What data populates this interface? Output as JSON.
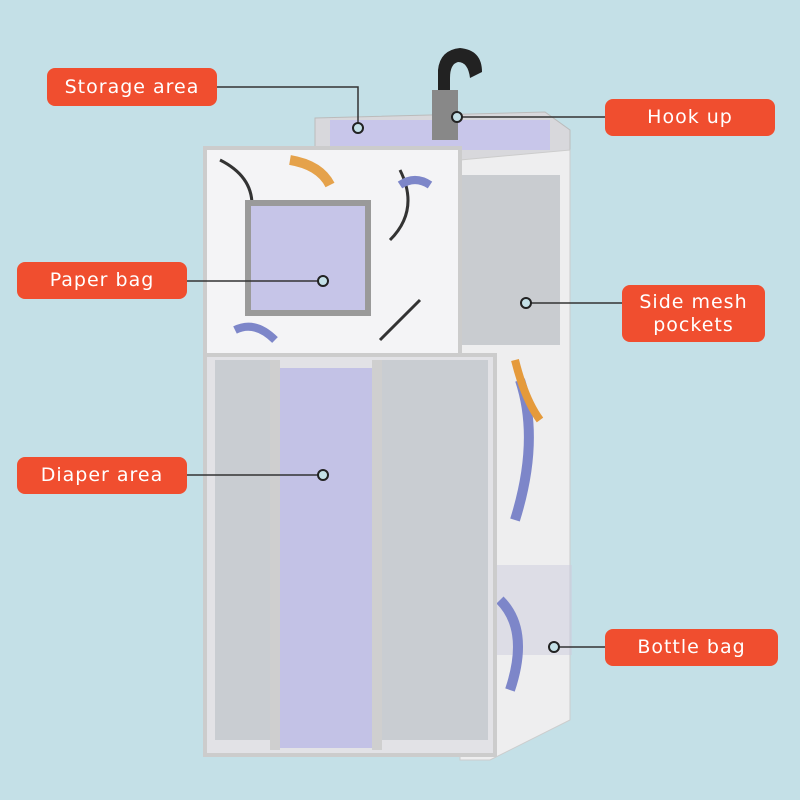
{
  "labels": {
    "storage_area": "Storage area",
    "hook_up": "Hook up",
    "paper_bag": "Paper bag",
    "side_mesh_pockets": "Side mesh pockets",
    "diaper_area": "Diaper area",
    "bottle_bag": "Bottle bag"
  },
  "colors": {
    "background": "#c4e0e7",
    "label": "#f04e2f"
  }
}
